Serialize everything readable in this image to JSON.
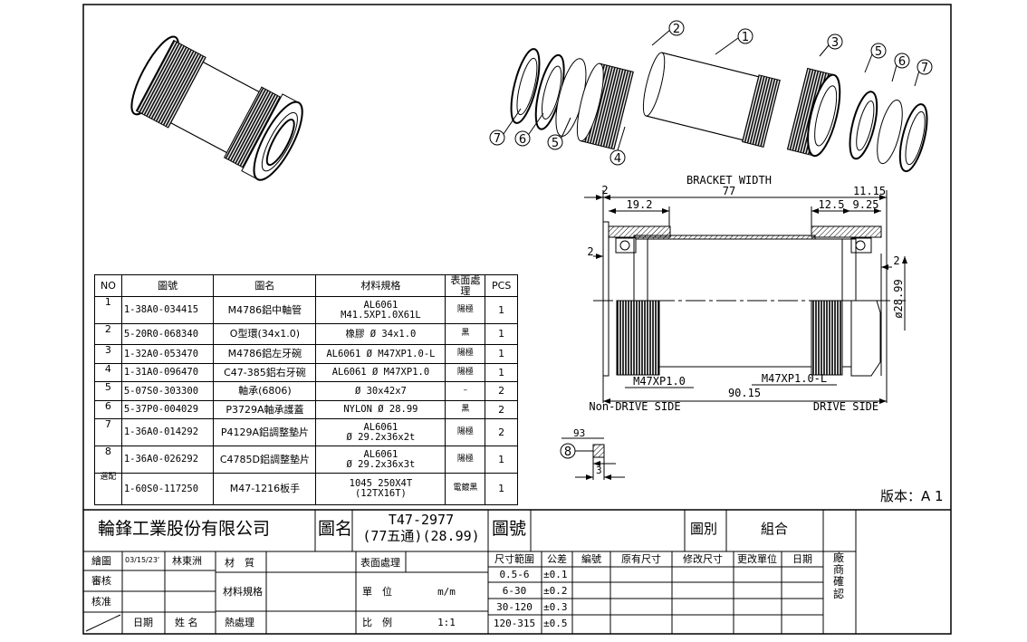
{
  "parts_table": {
    "headers": [
      "NO",
      "圖號",
      "圖名",
      "材料規格",
      "表面處理",
      "PCS"
    ],
    "rows": [
      {
        "no": "1",
        "part_no": "1-38A0-034415",
        "name": "M4786鋁中軸管",
        "material": "AL6061\nM41.5XP1.0X61L",
        "finish": "陽極",
        "pcs": "1"
      },
      {
        "no": "2",
        "part_no": "5-20R0-068340",
        "name": "O型環(34x1.0)",
        "material": "橡膠 Ø 34x1.0",
        "finish": "黑",
        "pcs": "1"
      },
      {
        "no": "3",
        "part_no": "1-32A0-053470",
        "name": "M4786鋁左牙碗",
        "material": "AL6061 Ø M47XP1.0-L",
        "finish": "陽極",
        "pcs": "1"
      },
      {
        "no": "4",
        "part_no": "1-31A0-096470",
        "name": "C47-385鋁右牙碗",
        "material": "AL6061 Ø M47XP1.0",
        "finish": "陽極",
        "pcs": "1"
      },
      {
        "no": "5",
        "part_no": "5-07S0-303300",
        "name": "軸承(6806)",
        "material": "Ø 30x42x7",
        "finish": "–",
        "pcs": "2"
      },
      {
        "no": "6",
        "part_no": "5-37P0-004029",
        "name": "P3729A軸承護蓋",
        "material": "NYLON  Ø 28.99",
        "finish": "黑",
        "pcs": "2"
      },
      {
        "no": "7",
        "part_no": "1-36A0-014292",
        "name": "P4129A鋁調整墊片",
        "material": "AL6061\nØ 29.2x36x2t",
        "finish": "陽極",
        "pcs": "2"
      },
      {
        "no": "8",
        "part_no": "1-36A0-026292",
        "name": "C4785D鋁調整墊片",
        "material": "AL6061\nØ 29.2x36x3t",
        "finish": "陽極",
        "pcs": "1"
      },
      {
        "no": "選配",
        "part_no": "1-60S0-117250",
        "name": "M47-1216板手",
        "material": "1045  250X4T\n(12TX16T)",
        "finish": "電鍍黑",
        "pcs": "1"
      }
    ]
  },
  "balloons": {
    "b1": "1",
    "b2": "2",
    "b3": "3",
    "b5r": "5",
    "b6r": "6",
    "b7r": "7",
    "b7l": "7",
    "b6l": "6",
    "b5l": "5",
    "b4": "4",
    "b8": "8"
  },
  "section_view": {
    "bracket_width_label": "BRACKET WIDTH",
    "bracket_width": "77",
    "dim_2_top": "2",
    "dim_19_2": "19.2",
    "dim_12_5": "12.5",
    "dim_9_25": "9.25",
    "dim_11_15": "11.15",
    "dim_2_left": "2",
    "dim_2_right": "2",
    "dia_28_99": "ø28.99",
    "thread_left": "M47XP1.0",
    "thread_right": "M47XP1.0-L",
    "overall": "90.15",
    "non_drive_side": "Non-DRIVE SIDE",
    "drive_side": "DRIVE SIDE"
  },
  "detail_8": {
    "dim_93": "93",
    "dim_3": "3"
  },
  "version": "版本：A 1",
  "title_block": {
    "company": "輪鋒工業股份有限公司",
    "drawing_name_label": "圖名",
    "drawing_name_line1": "T47-2977",
    "drawing_name_line2": "(77五通)(28.99)",
    "drawing_no_label": "圖號",
    "drawing_no": "",
    "category_label": "圖別",
    "category": "組合",
    "drawn_label": "繪圖",
    "drawn_date": "03/15/23'",
    "drawn_by": "林東洲",
    "review_label": "審核",
    "approve_label": "核准",
    "date_label": "日期",
    "name_label": "姓 名",
    "material_label": "材　質",
    "material_spec_label": "材料規格",
    "heat_treatment_label": "熱處理",
    "surface_label": "表面處理",
    "unit_label": "單　位",
    "unit": "m/m",
    "scale_label": "比　例",
    "scale": "1:1",
    "tolerance_headers": [
      "尺寸範圍",
      "公差",
      "編號",
      "原有尺寸",
      "修改尺寸",
      "更改單位",
      "日期"
    ],
    "tolerances": [
      {
        "range": "0.5-6",
        "tol": "±0.1"
      },
      {
        "range": "6-30",
        "tol": "±0.2"
      },
      {
        "range": "30-120",
        "tol": "±0.3"
      },
      {
        "range": "120-315",
        "tol": "±0.5"
      }
    ],
    "confirm_label": "廠商確認"
  },
  "colors": {
    "line": "#000000",
    "background": "#ffffff"
  }
}
